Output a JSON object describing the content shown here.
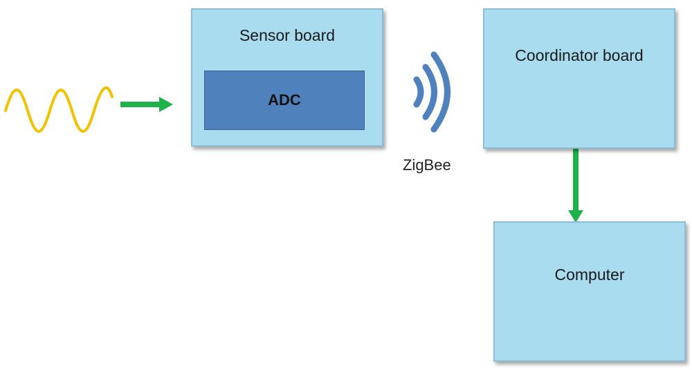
{
  "diagram": {
    "sensor_board": {
      "label": "Sensor board",
      "adc_label": "ADC"
    },
    "link_label": "ZigBee",
    "coordinator_board": {
      "label": "Coordinator board"
    },
    "computer": {
      "label": "Computer"
    }
  },
  "colors": {
    "box_fill": "#a9dcef",
    "adc_fill": "#4f81bd",
    "arrow": "#1fb24a",
    "signal_wave": "#f2c200",
    "radio_waves": "#4f81bd"
  },
  "icons": {
    "input_signal": "sine-wave-icon",
    "wireless": "wireless-signal-icon"
  }
}
